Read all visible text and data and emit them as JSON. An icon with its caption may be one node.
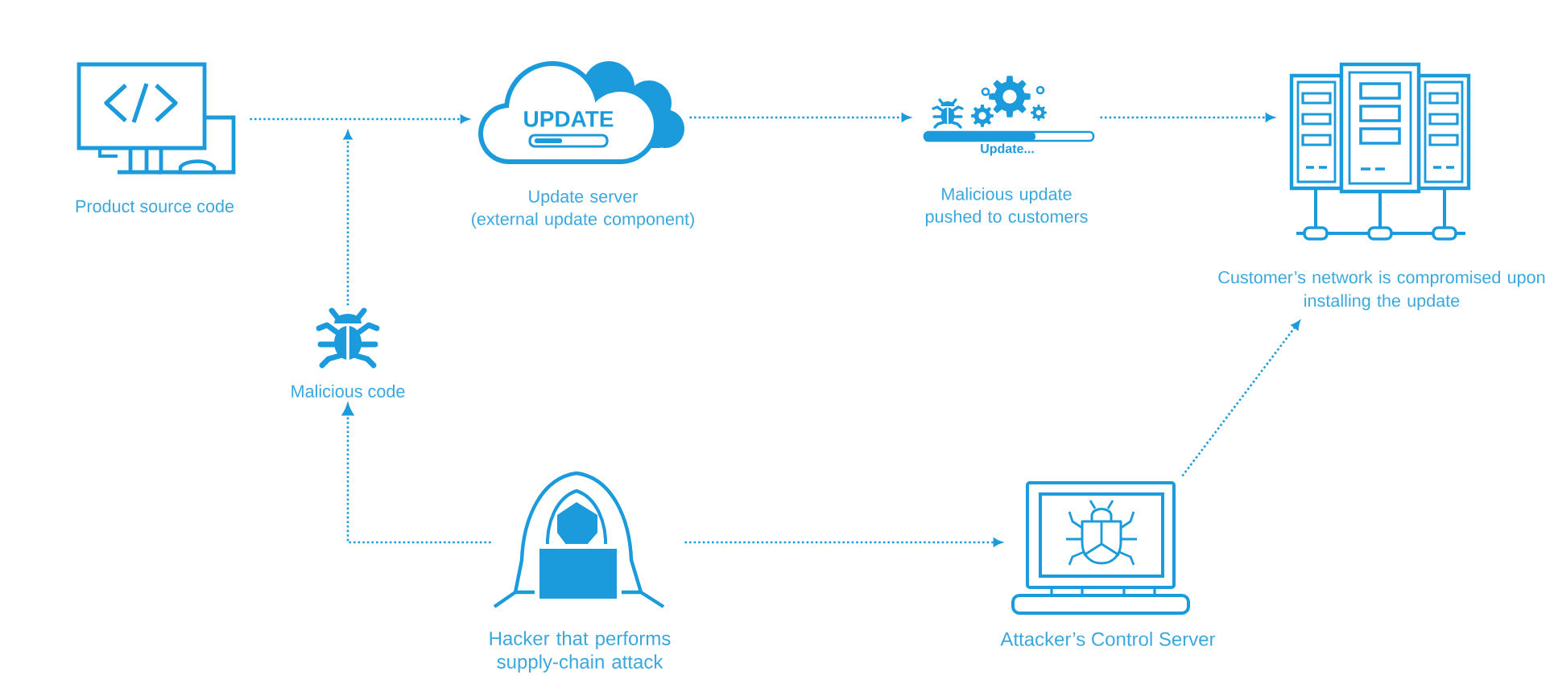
{
  "diagram": {
    "nodes": [
      {
        "text": [],
        "shape": "picture",
        "beside": [
          "Product source code"
        ]
      },
      {
        "text": [
          "UPDATE"
        ],
        "beside": [
          "Update server (external update component)"
        ]
      },
      {
        "text": [
          "Update..."
        ],
        "beside": [
          "Malicious update pushed to customers"
        ]
      },
      {
        "text": [],
        "shape": "picture",
        "beside": [
          "Customer’s network is compromised upon installing the update"
        ]
      },
      {
        "text": [],
        "shape": "picture",
        "beside": [
          "Malicious code"
        ]
      },
      {
        "text": [],
        "shape": "picture",
        "beside": [
          "Hacker that performs supply-chain attack"
        ]
      },
      {
        "text": [],
        "shape": "picture",
        "beside": [
          "Attacker’s Control Server"
        ]
      }
    ],
    "edges": [
      {
        "from": 0,
        "to": 1,
        "arrow": "to"
      },
      {
        "from": 4,
        "to": null,
        "arrow": "to"
      },
      {
        "from": 1,
        "to": 2,
        "arrow": "to"
      },
      {
        "from": 2,
        "to": 3,
        "arrow": "to"
      },
      {
        "from": 5,
        "to": 4,
        "arrow": "to"
      },
      {
        "from": 5,
        "to": 6,
        "arrow": "to"
      },
      {
        "from": 6,
        "to": 3,
        "arrow": "to"
      }
    ]
  }
}
